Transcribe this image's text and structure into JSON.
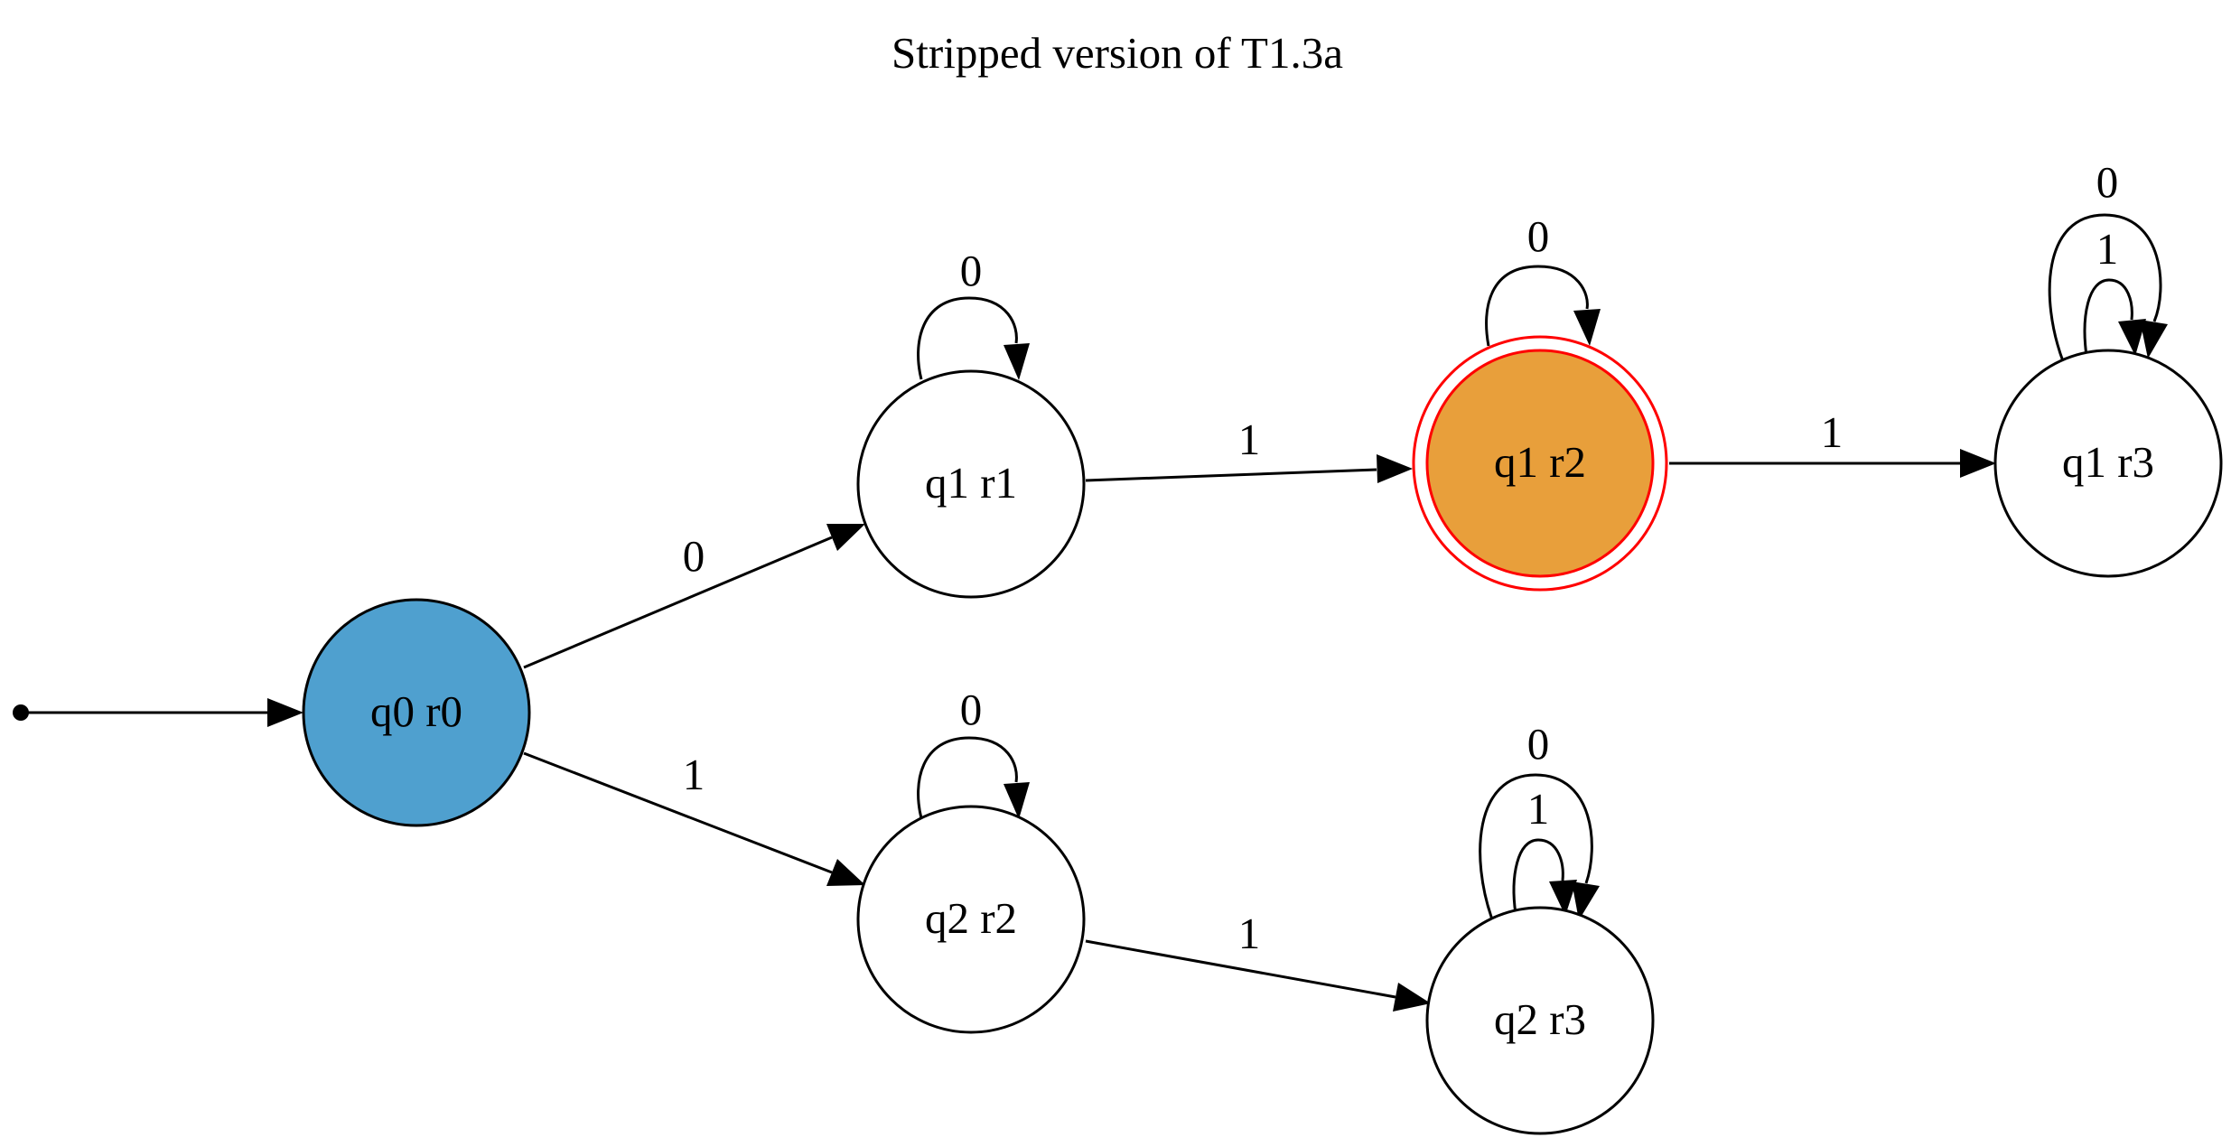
{
  "title": "Stripped version of T1.3a",
  "colors": {
    "background": "#ffffff",
    "stroke": "#000000",
    "initial_fill": "#4fa0cf",
    "final_fill": "#e89f3b",
    "final_stroke": "#ff0000"
  },
  "states": {
    "q0r0": "q0 r0",
    "q1r1": "q1 r1",
    "q1r2": "q1 r2",
    "q1r3": "q1 r3",
    "q2r2": "q2 r2",
    "q2r3": "q2 r3"
  },
  "start_state": "q0 r0",
  "accept_states": [
    "q1 r2"
  ],
  "transitions": [
    {
      "from": "q0 r0",
      "to": "q1 r1",
      "symbol": "0"
    },
    {
      "from": "q0 r0",
      "to": "q2 r2",
      "symbol": "1"
    },
    {
      "from": "q1 r1",
      "to": "q1 r1",
      "symbol": "0"
    },
    {
      "from": "q1 r1",
      "to": "q1 r2",
      "symbol": "1"
    },
    {
      "from": "q1 r2",
      "to": "q1 r2",
      "symbol": "0"
    },
    {
      "from": "q1 r2",
      "to": "q1 r3",
      "symbol": "1"
    },
    {
      "from": "q1 r3",
      "to": "q1 r3",
      "symbol": "0"
    },
    {
      "from": "q1 r3",
      "to": "q1 r3",
      "symbol": "1"
    },
    {
      "from": "q2 r2",
      "to": "q2 r2",
      "symbol": "0"
    },
    {
      "from": "q2 r2",
      "to": "q2 r3",
      "symbol": "1"
    },
    {
      "from": "q2 r3",
      "to": "q2 r3",
      "symbol": "0"
    },
    {
      "from": "q2 r3",
      "to": "q2 r3",
      "symbol": "1"
    }
  ]
}
